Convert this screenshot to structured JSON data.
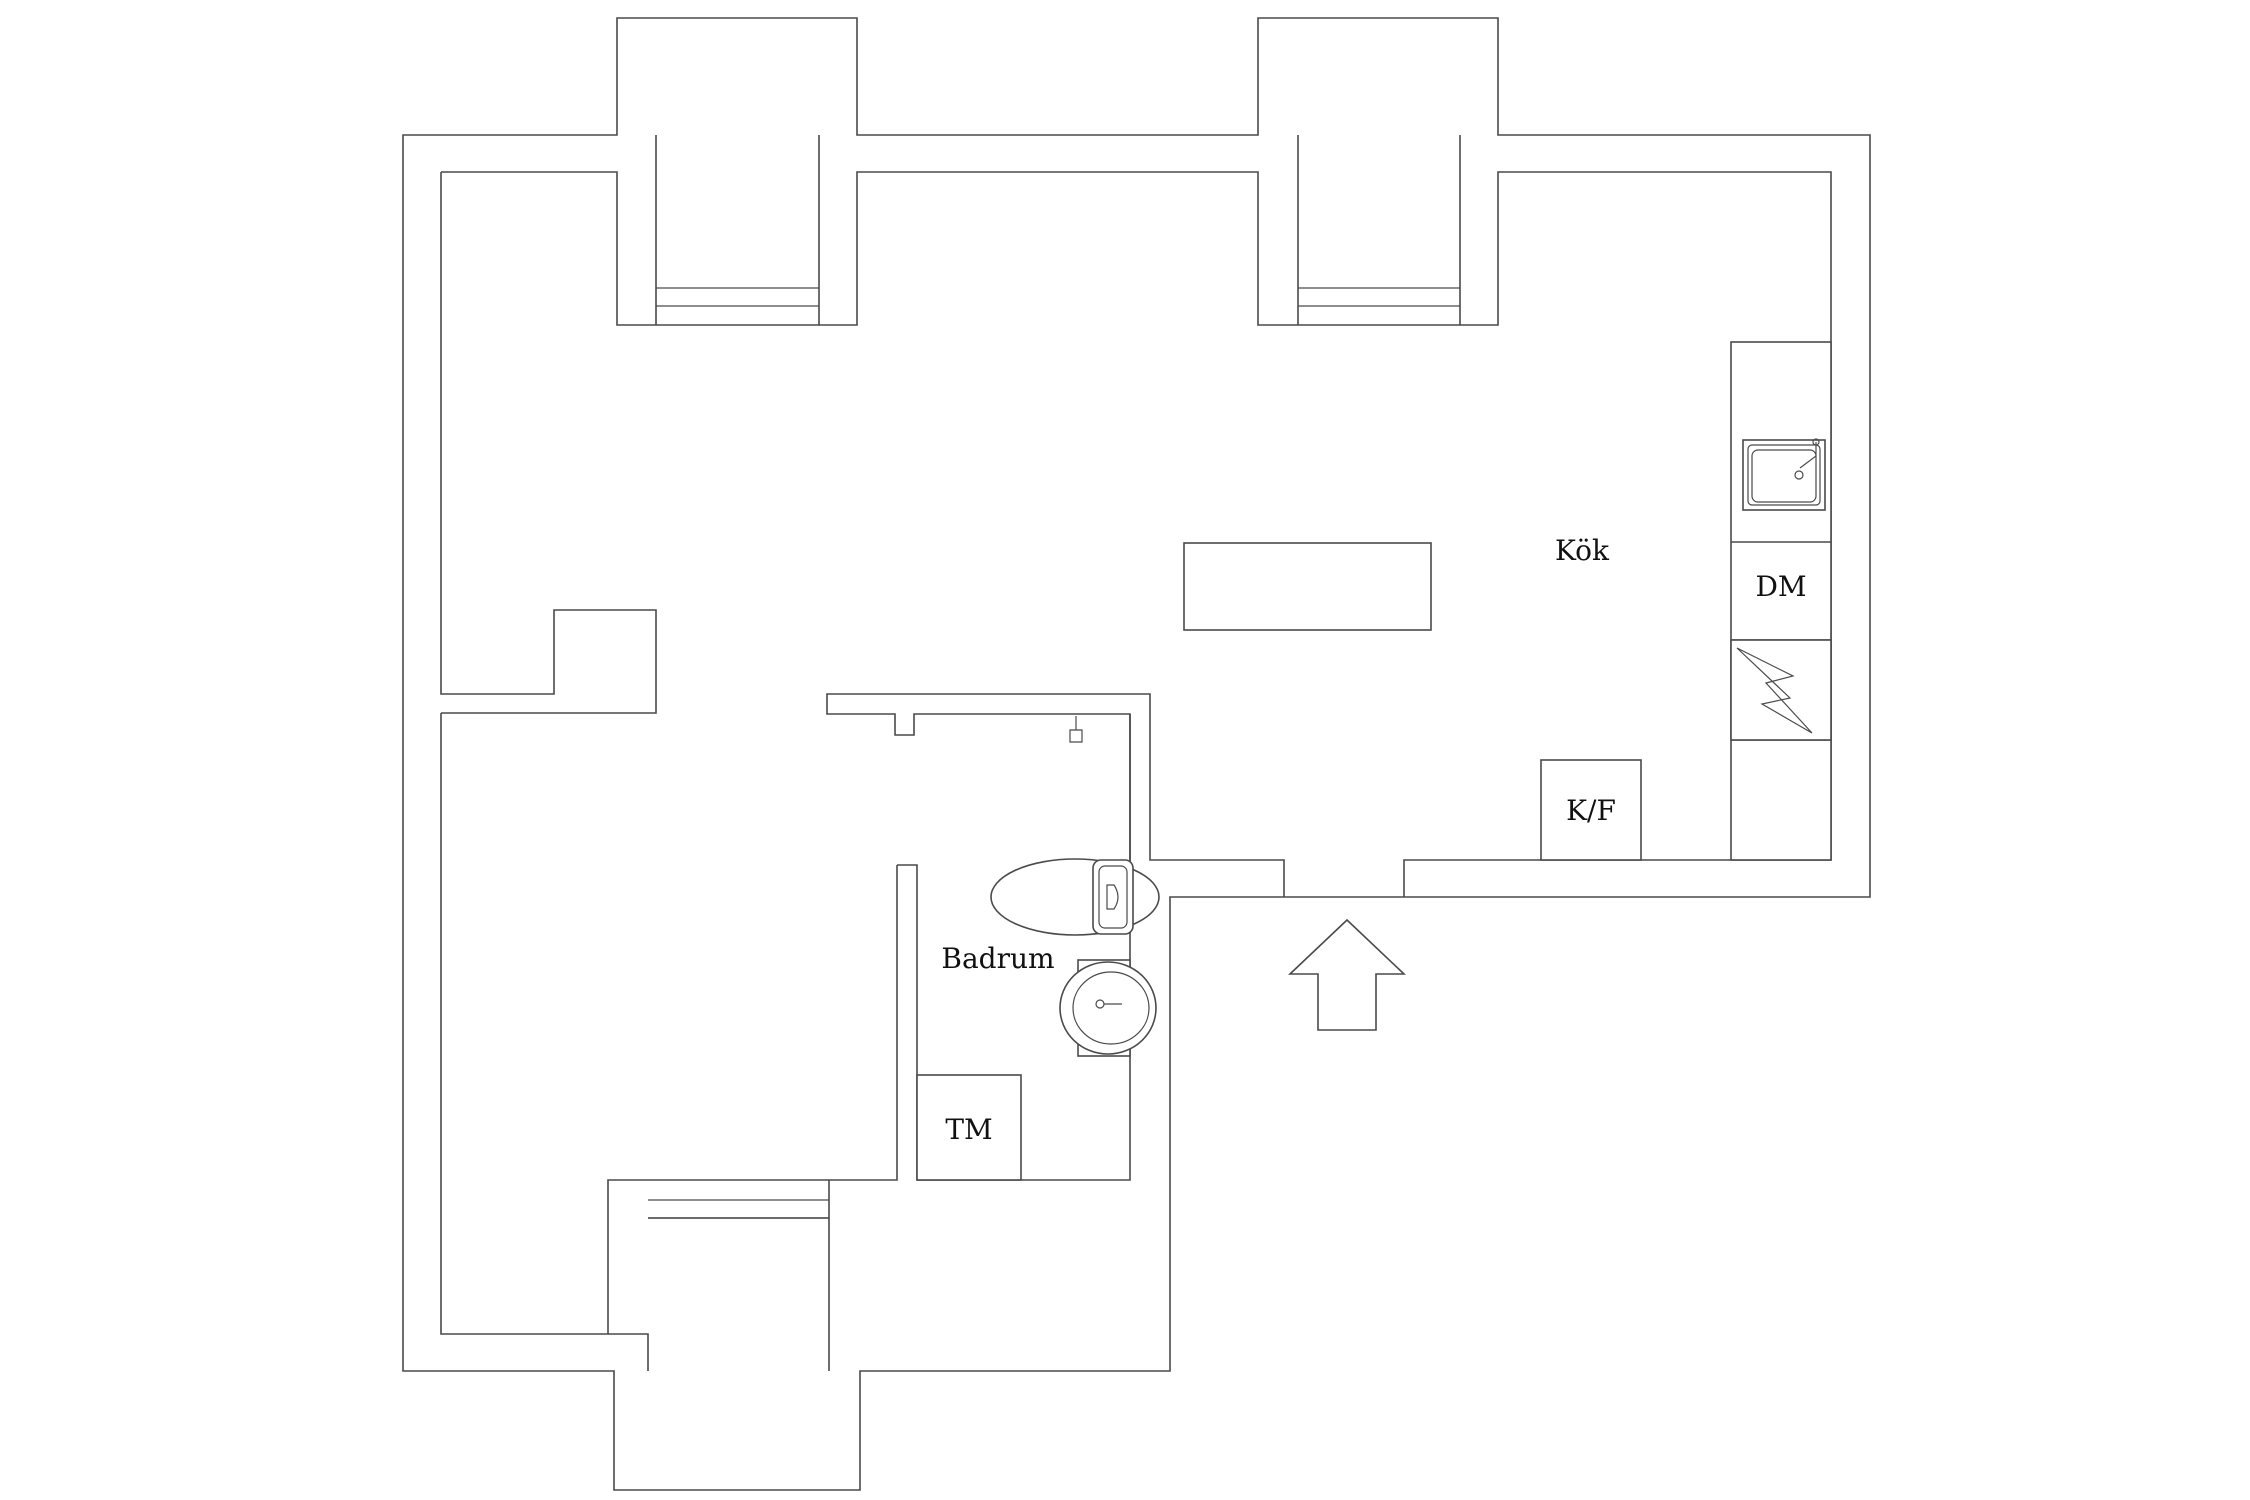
{
  "rooms": {
    "kitchen": "Kök",
    "bathroom": "Badrum"
  },
  "appliances": {
    "dishwasher": "DM",
    "fridge_freezer": "K/F",
    "washing_machine": "TM"
  },
  "icons": {
    "entrance": "entrance-arrow-icon",
    "sink": "kitchen-sink-icon",
    "stove": "stove-icon",
    "toilet": "toilet-icon",
    "washbasin": "washbasin-icon"
  }
}
